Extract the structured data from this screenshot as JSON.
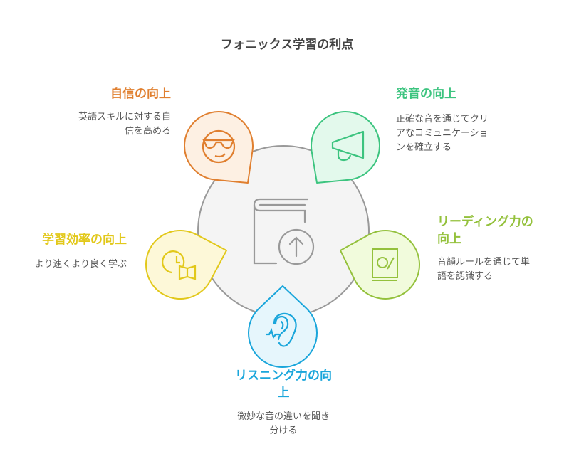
{
  "title": "フォニックス学習の利点",
  "items": [
    {
      "id": "confidence",
      "heading": "自信の向上",
      "description": "英語スキルに対する自信を高める",
      "desc_lines": [
        "英語スキルに対する自",
        "信を高める"
      ],
      "icon": "sunglasses-face-icon",
      "stroke": "#e07f2f",
      "fill": "#fdf0e3"
    },
    {
      "id": "pronunciation",
      "heading": "発音の向上",
      "description": "正確な音を通じてクリアなコミュニケーションを確立する",
      "desc_lines": [
        "正確な音を通じてクリ",
        "アなコミュニケーショ",
        "ンを確立する"
      ],
      "icon": "megaphone-icon",
      "stroke": "#3cc47f",
      "fill": "#e3f9ec"
    },
    {
      "id": "reading",
      "heading": "リーディング力の向上",
      "heading_lines": [
        "リーディング力の",
        "向上"
      ],
      "description": "音韻ルールを通じて単語を認識する",
      "desc_lines": [
        "音韻ルールを通じて単",
        "語を認識する"
      ],
      "icon": "art-book-icon",
      "stroke": "#94c13c",
      "fill": "#f1fbdc"
    },
    {
      "id": "listening",
      "heading": "リスニング力の向上",
      "heading_lines": [
        "リスニング力の向",
        "上"
      ],
      "description": "微妙な音の違いを聞き分ける",
      "desc_lines": [
        "微妙な音の違いを聞き",
        "分ける"
      ],
      "icon": "ear-icon",
      "stroke": "#1aa6db",
      "fill": "#e6f6fc"
    },
    {
      "id": "efficiency",
      "heading": "学習効率の向上",
      "description": "より速くより良く学ぶ",
      "desc_lines": [
        "より速くより良く学ぶ"
      ],
      "icon": "clock-book-icon",
      "stroke": "#e2c81a",
      "fill": "#fdf8d8"
    }
  ],
  "center_icon": "book-upload-icon"
}
